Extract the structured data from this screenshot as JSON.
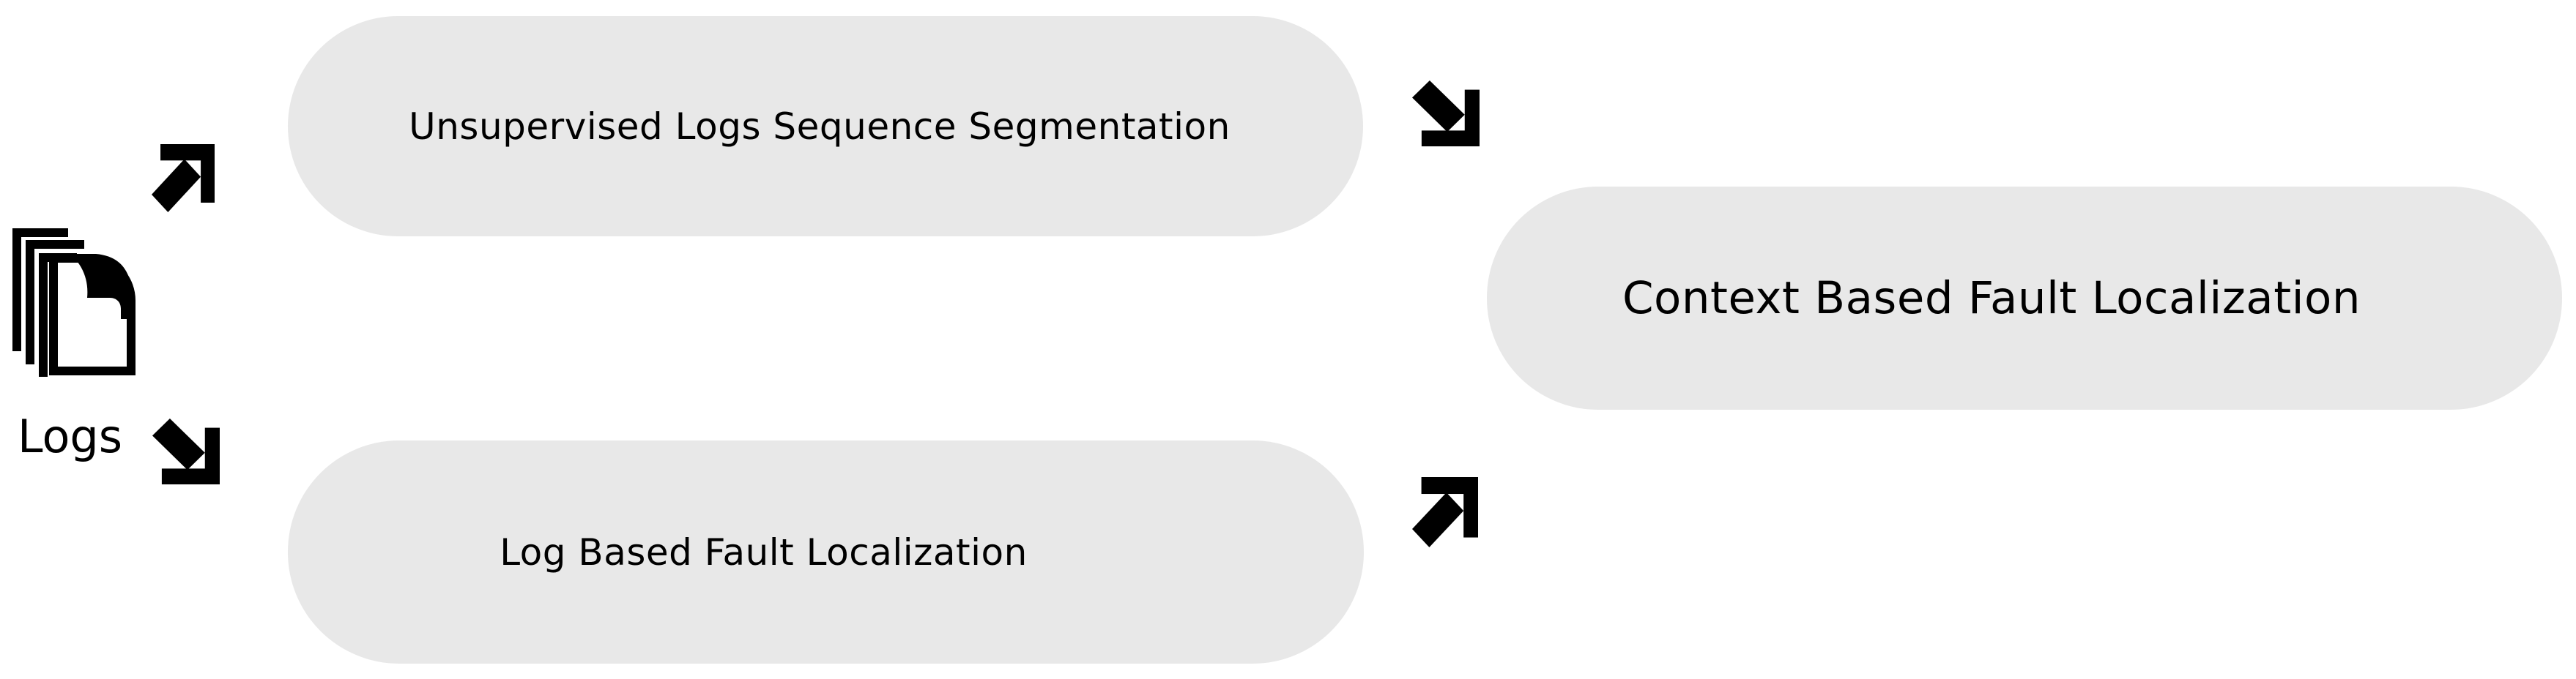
{
  "diagram": {
    "source": {
      "label": "Logs",
      "icon": "documents-stack-icon"
    },
    "nodes": [
      {
        "id": "unsupervised-logs-sequence-segmentation",
        "label": "Unsupervised Logs Sequence Segmentation"
      },
      {
        "id": "log-based-fault-localization",
        "label": "Log Based Fault Localization"
      },
      {
        "id": "context-based-fault-localization",
        "label": "Context Based Fault Localization"
      }
    ],
    "edges": [
      {
        "from": "logs",
        "to": "unsupervised-logs-sequence-segmentation",
        "arrow": "up-right"
      },
      {
        "from": "logs",
        "to": "log-based-fault-localization",
        "arrow": "down-right"
      },
      {
        "from": "unsupervised-logs-sequence-segmentation",
        "to": "context-based-fault-localization",
        "arrow": "down-right"
      },
      {
        "from": "log-based-fault-localization",
        "to": "context-based-fault-localization",
        "arrow": "up-right"
      }
    ],
    "colors": {
      "node_fill": "#e8e8e8",
      "ink": "#000000",
      "background": "#ffffff"
    }
  }
}
